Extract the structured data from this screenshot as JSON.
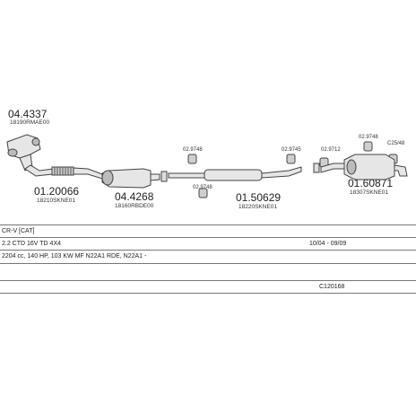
{
  "parts": {
    "p1": {
      "code": "04.4337",
      "ref": "18190RMAE00"
    },
    "p2": {
      "code": "01.20066",
      "ref": "18210SKNE01"
    },
    "p3": {
      "code": "04.4268",
      "ref": "18160RBDE00"
    },
    "p4": {
      "code": "01.50629",
      "ref": "18220SKNE01"
    },
    "p5": {
      "code": "01.60871",
      "ref": "18307SKNE01"
    }
  },
  "clamps": {
    "c1": "02.9748",
    "c2": "02.9748",
    "c3": "02.9745",
    "c4": "02.9712",
    "c5": "02.9748",
    "c6": "C25/48"
  },
  "info": {
    "model": "CR-V [CAT]",
    "engine": "2.2 CTD 16V TD 4X4",
    "dates": "10/04 - 09/09",
    "spec": "2204 cc, 140 HP, 103 KW MF N22A1 RDE, N22A1 -",
    "catalog": "C120168"
  },
  "colors": {
    "line": "#444444",
    "fill": "#e6e6e6",
    "dark": "#9a9a9a"
  }
}
